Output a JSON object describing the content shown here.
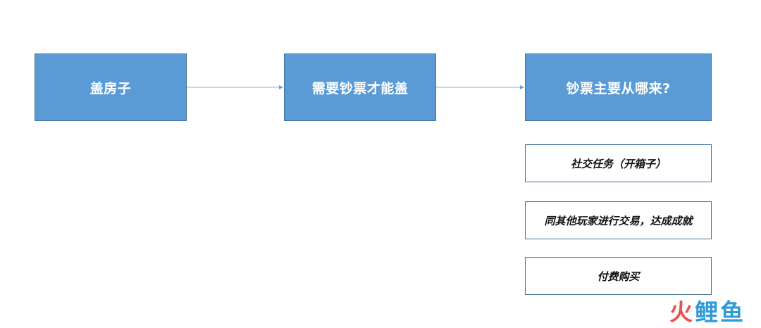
{
  "flow": {
    "step1": "盖房子",
    "step2": "需要钞票才能盖",
    "step3": "钞票主要从哪来?"
  },
  "sources": [
    "社交任务（开箱子）",
    "同其他玩家进行交易，达成成就",
    "付费购买"
  ],
  "watermark": {
    "char1": "火",
    "chars_rest": "鲤鱼"
  },
  "colors": {
    "box_fill": "#5b9bd5",
    "box_border": "#41719c",
    "connector": "#8eb4dc",
    "watermark_red": "#e8534f",
    "watermark_blue": "#2f9ad9"
  }
}
